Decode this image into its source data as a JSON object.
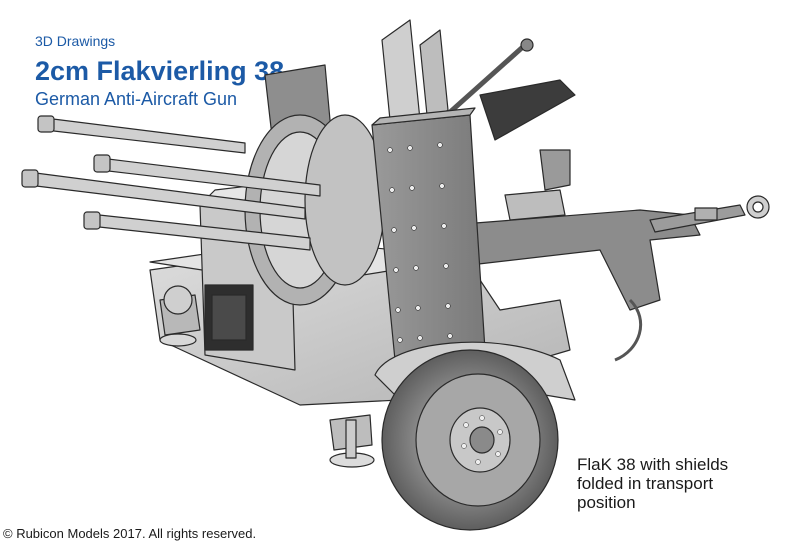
{
  "header": {
    "kicker": "3D Drawings",
    "title": "2cm Flakvierling 38",
    "subtitle": "German Anti-Aircraft Gun"
  },
  "caption": {
    "lines": [
      "FlaK 38 with shields",
      "folded in transport",
      "position"
    ]
  },
  "footer": {
    "copyright": "© Rubicon Models 2017. All rights reserved."
  },
  "colors": {
    "title_blue": "#1c5aa6",
    "model_light": "#d2d2d2",
    "model_mid": "#a8a8a8",
    "model_dark": "#6e6e6e",
    "outline": "#2a2a2a"
  }
}
